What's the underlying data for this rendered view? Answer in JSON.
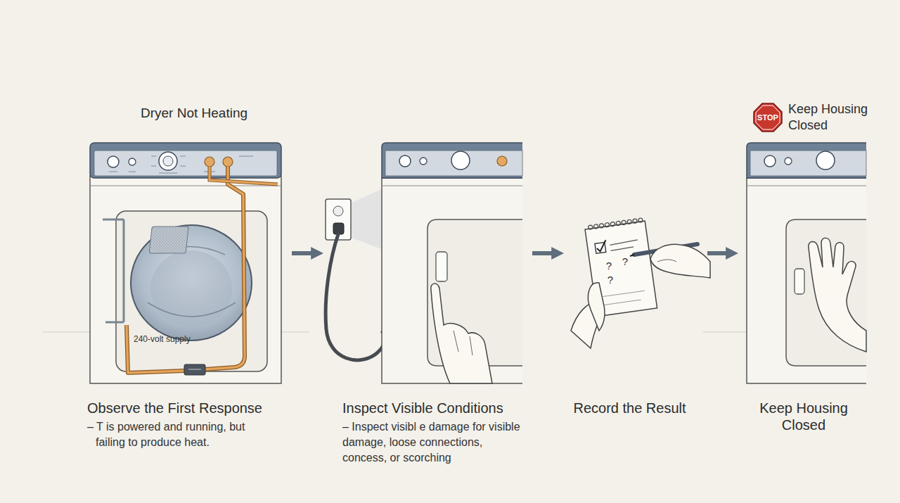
{
  "diagram": {
    "title": "Dryer Not Heating",
    "nodes": [
      {
        "text": [
          "Observe the First Response",
          "– T is powered and running, but failing to produce heat."
        ]
      },
      {
        "text": [
          "Inspect Visible Conditions",
          "– Inspect visibl e damage for visible damage, loose connections, concess, or scorching"
        ]
      },
      {
        "text": [
          "Record the Result"
        ]
      },
      {
        "text": [
          "Keep Housing Closed"
        ]
      }
    ],
    "edges": [
      {
        "from": 0,
        "to": 1,
        "arrow": "to"
      },
      {
        "from": 1,
        "to": 2,
        "arrow": "to"
      },
      {
        "from": 2,
        "to": 3,
        "arrow": "to"
      }
    ],
    "labels": [
      "240-volt supply",
      "STOP",
      "Keep Housing Closed",
      "?",
      "?",
      "?"
    ]
  }
}
